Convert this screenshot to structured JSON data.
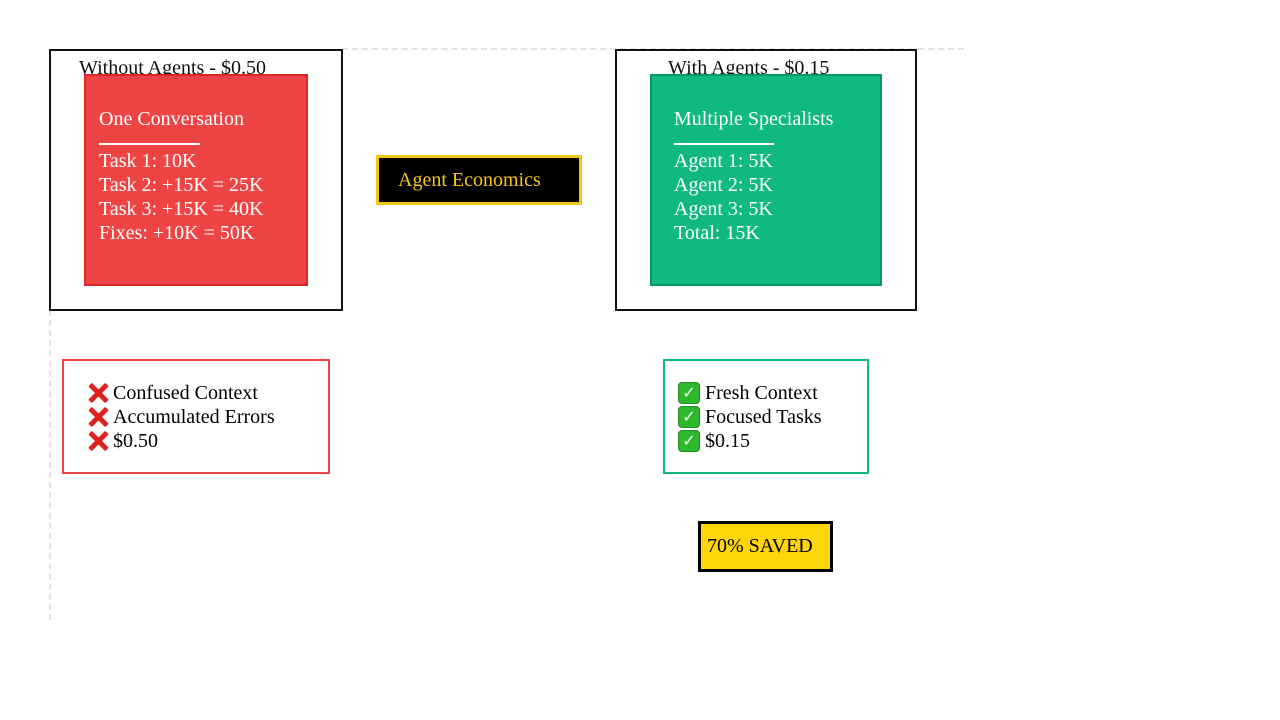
{
  "title": "Agent Economics",
  "without_agents": {
    "frame_title": "Without Agents - $0.50",
    "card": {
      "heading": "One Conversation",
      "lines": [
        "Task 1: 10K",
        "Task 2: +15K = 25K",
        "Task 3: +15K = 40K",
        "Fixes: +10K = 50K"
      ],
      "color": "#ef4444",
      "border_color": "#dc2626"
    },
    "list": {
      "items": [
        "Confused Context",
        "Accumulated Errors",
        "$0.50"
      ],
      "icon": "cross-mark-icon",
      "border_color": "#ef4444"
    }
  },
  "with_agents": {
    "frame_title": "With Agents - $0.15",
    "card": {
      "heading": "Multiple Specialists",
      "lines": [
        "Agent 1: 5K",
        "Agent 2: 5K",
        "Agent 3: 5K",
        "Total: 15K"
      ],
      "color": "#10b981",
      "border_color": "#059669"
    },
    "list": {
      "items": [
        "Fresh Context",
        "Focused Tasks",
        "$0.15"
      ],
      "icon": "check-mark-icon",
      "border_color": "#10b981"
    }
  },
  "savings": {
    "label": "70% SAVED",
    "color": "#ffd60a"
  },
  "colors": {
    "title_background": "#000000",
    "title_accent": "#f5c518"
  }
}
